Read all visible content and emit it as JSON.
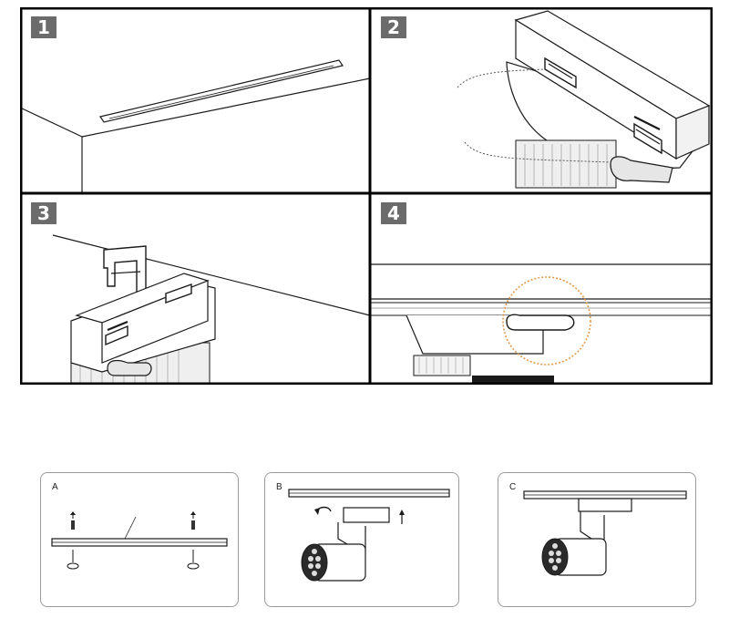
{
  "panels": [
    {
      "number": "1"
    },
    {
      "number": "2"
    },
    {
      "number": "3"
    },
    {
      "number": "4"
    }
  ],
  "steps": [
    {
      "letter": "A"
    },
    {
      "letter": "B"
    },
    {
      "letter": "C"
    }
  ],
  "colors": {
    "line": "#1a1a1a",
    "badge": "#6b6b6b",
    "highlight_circle": "#e69a4a",
    "step_border": "#9a9a9a"
  }
}
